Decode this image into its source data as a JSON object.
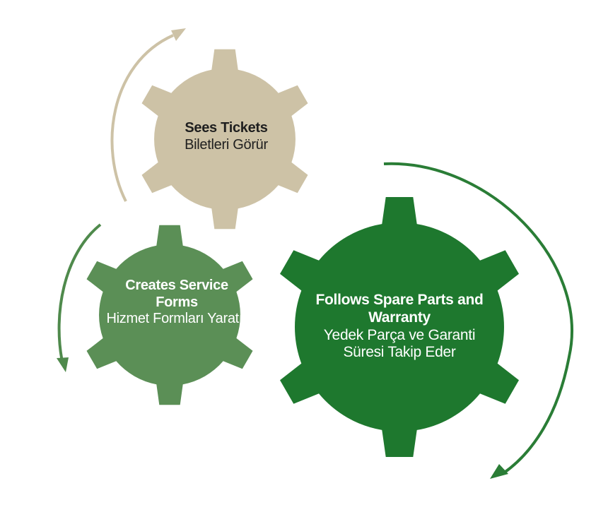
{
  "colors": {
    "tan": "#cdc2a6",
    "mid_green": "#5b8f56",
    "dark_green": "#1e782e",
    "arrow_tan": "#cdc2a6",
    "arrow_mid_green": "#4f8a4c",
    "arrow_dark_green": "#2a7d36"
  },
  "gears": {
    "top": {
      "title": "Sees Tickets",
      "subtitle": "Biletleri Görür"
    },
    "left": {
      "title": "Creates Service Forms",
      "subtitle": "Hizmet Formları Yaratır"
    },
    "right": {
      "title": "Follows Spare Parts and Warranty",
      "subtitle": "Yedek Parça ve Garanti Süresi Takip Eder"
    }
  }
}
